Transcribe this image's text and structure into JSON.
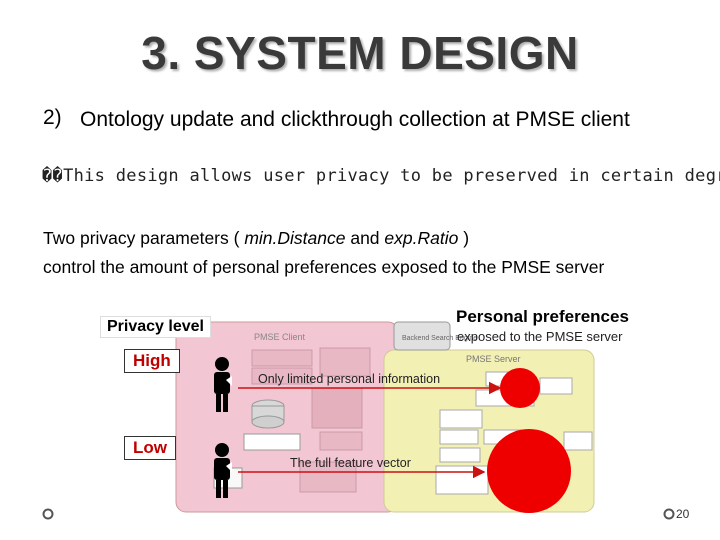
{
  "slide": {
    "title": "3. SYSTEM DESIGN",
    "sub_number": "2)",
    "sub_heading": "Ontology update and clickthrough collection at PMSE client",
    "mono_line": "��This design allows user privacy to be preserved in certain degre",
    "params_pre": "Two privacy parameters ( ",
    "param_1": "min.Distance",
    "params_and": " and ",
    "param_2": "exp.Ratio",
    "params_post": " )",
    "params_line2": "control the amount of personal preferences exposed to the PMSE server",
    "page_number": "20"
  },
  "diagram": {
    "privacy_level_label": "Privacy level",
    "personal_preferences_label": "Personal preferences",
    "exposed_label": "exposed to the PMSE server",
    "high_label": "High",
    "low_label": "Low",
    "limited_label": "Only limited personal information",
    "full_label": "The full feature vector",
    "client_panel_title": "PMSE Client",
    "server_panel_title": "PMSE Server",
    "backend_label": "Backend Search Engine",
    "colors": {
      "client_panel": "#f2c6d2",
      "server_panel": "#f3f0b4",
      "level_text": "#c00000",
      "dot_red": "#ee0000",
      "arrow_red": "#cc1111"
    }
  }
}
